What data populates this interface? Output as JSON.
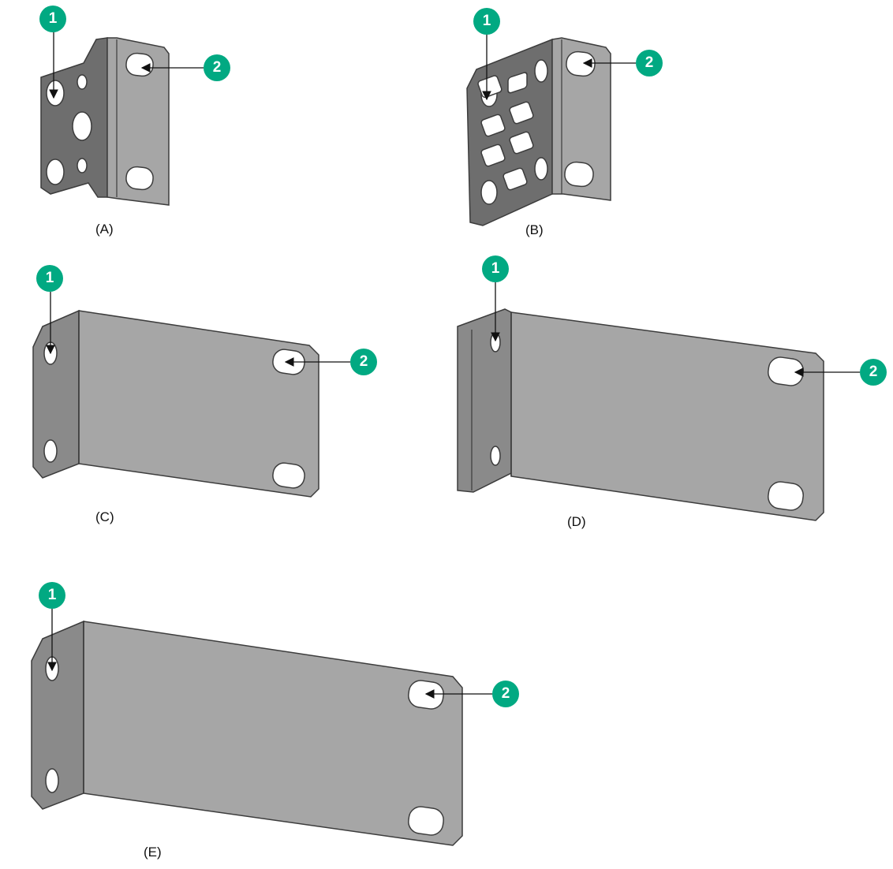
{
  "colors": {
    "badge": "#01a982",
    "flange_dark": "#707070",
    "flange_mid": "#8a8a8a",
    "panel": "#a6a6a6",
    "edge": "#3c3c3c",
    "hole": "#ffffff"
  },
  "callouts": {
    "front_holes": "1",
    "rear_slots": "2"
  },
  "brackets": [
    {
      "id": "A",
      "caption": "(A)"
    },
    {
      "id": "B",
      "caption": "(B)"
    },
    {
      "id": "C",
      "caption": "(C)"
    },
    {
      "id": "D",
      "caption": "(D)"
    },
    {
      "id": "E",
      "caption": "(E)"
    }
  ]
}
